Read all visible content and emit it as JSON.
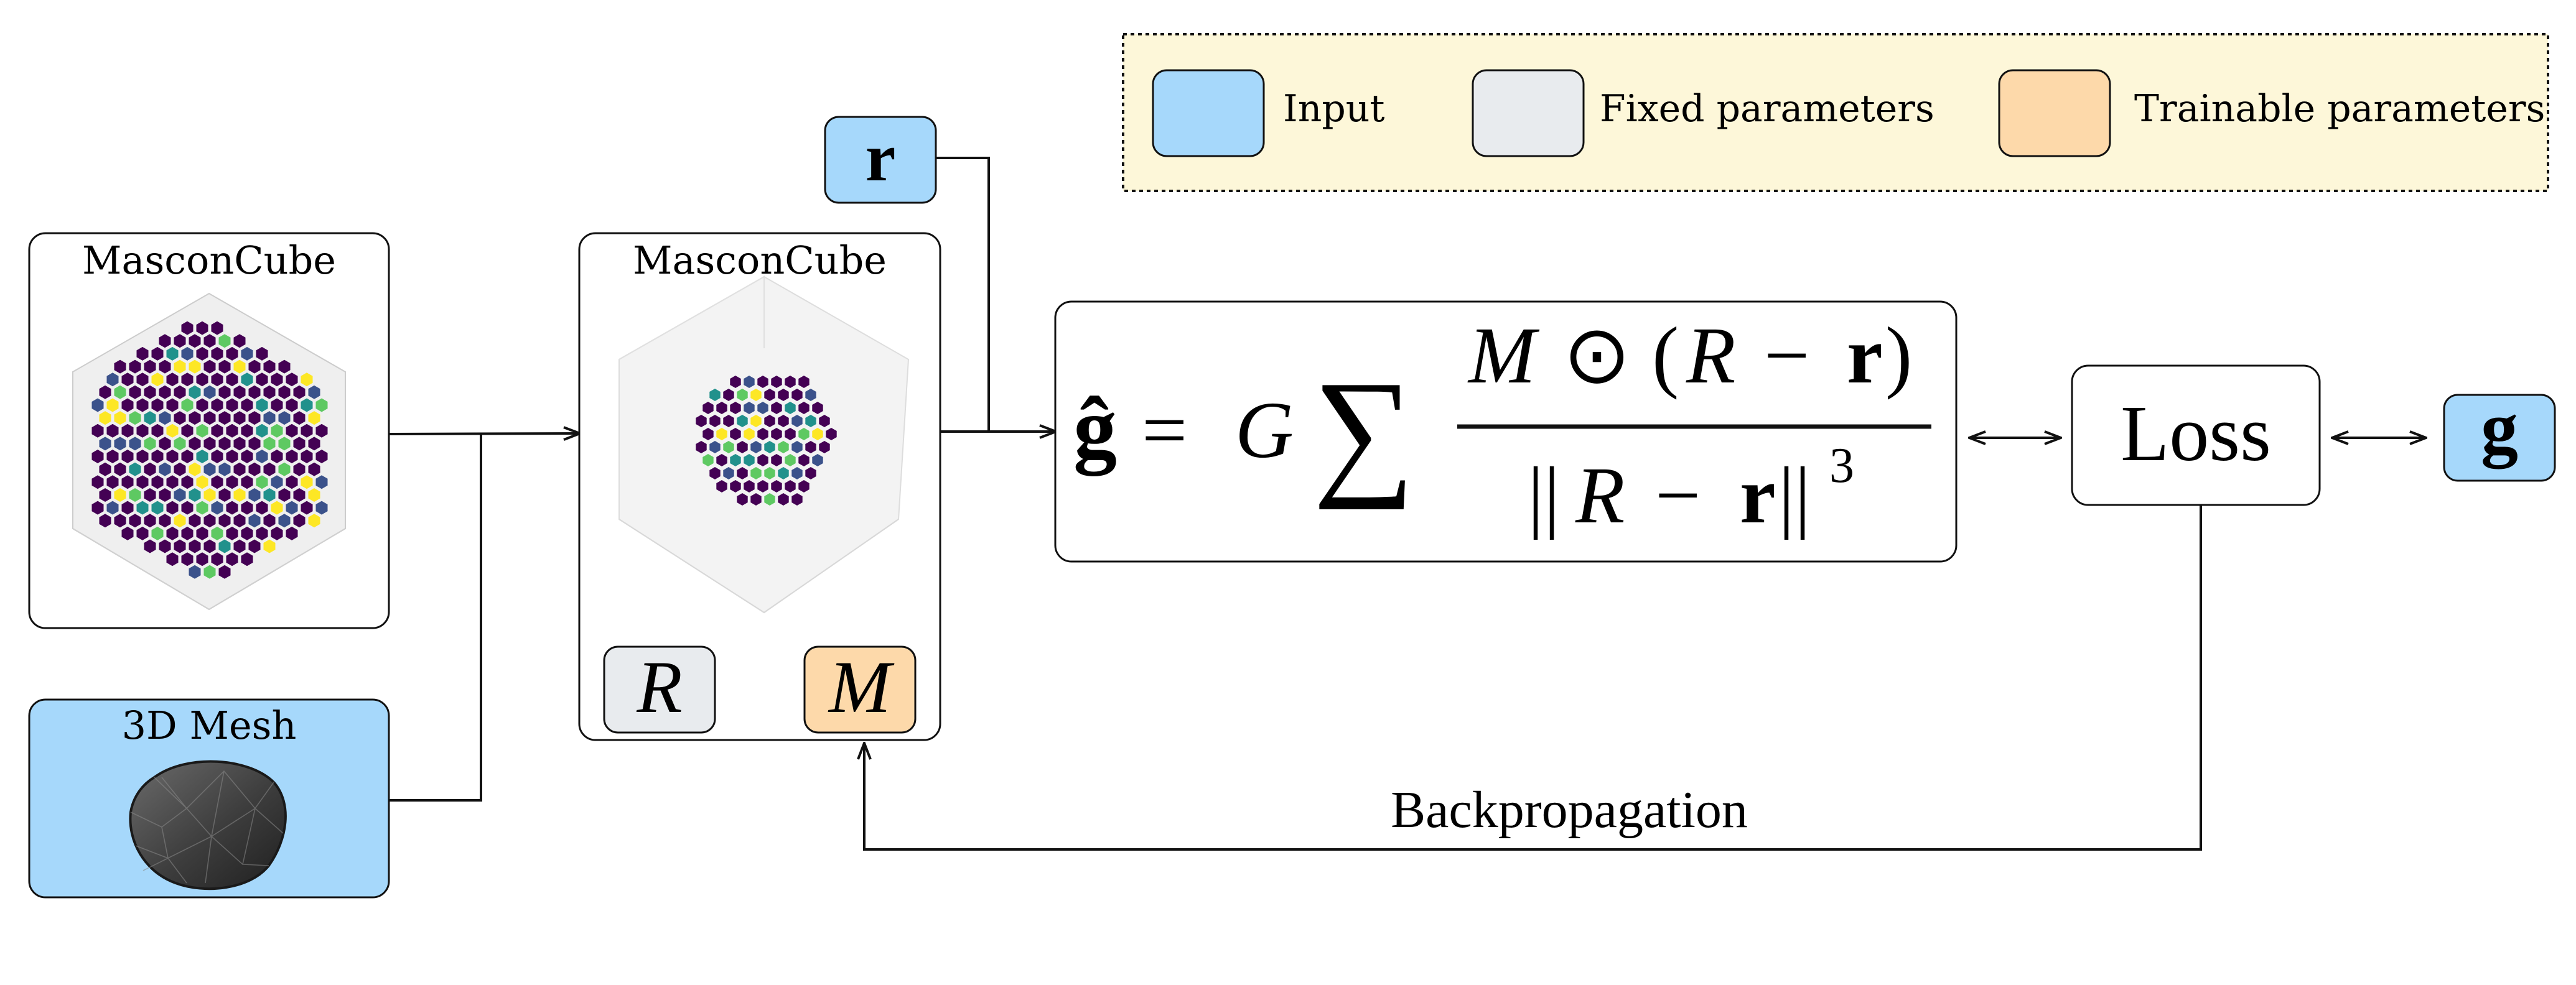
{
  "legend": {
    "items": [
      {
        "label": "Input",
        "color": "#a6d8fb"
      },
      {
        "label": "Fixed parameters",
        "color": "#e8ebee"
      },
      {
        "label": "Trainable parameters",
        "color": "#fdd9aa"
      }
    ],
    "background": "#fdf7d9"
  },
  "mascon_input": {
    "title": "MasconCube"
  },
  "mesh_input": {
    "title": "3D Mesh"
  },
  "mascon_model": {
    "title": "MasconCube",
    "fixed_param_symbol": "R",
    "trainable_param_symbol": "M"
  },
  "position_input": {
    "symbol": "r"
  },
  "formula": {
    "lhs": "ĝ",
    "equals": "=",
    "constant": "G",
    "sum": "∑",
    "numerator": {
      "M": "M",
      "odot": "⊙",
      "open": "(",
      "R": "R",
      "minus": "−",
      "r": "r",
      "close": ")"
    },
    "denominator": {
      "bars_open": "||",
      "R": "R",
      "minus": "−",
      "r": "r",
      "bars_close": "||",
      "power": "3"
    }
  },
  "loss": {
    "label": "Loss"
  },
  "target": {
    "symbol": "g"
  },
  "backprop": {
    "label": "Backpropagation"
  },
  "colors": {
    "input": "#a6d8fb",
    "fixed": "#e8ebee",
    "trainable": "#fdd9aa",
    "stroke": "#111111",
    "viridis": [
      "#440154",
      "#3b528b",
      "#21918c",
      "#5ec962",
      "#fde725"
    ]
  }
}
